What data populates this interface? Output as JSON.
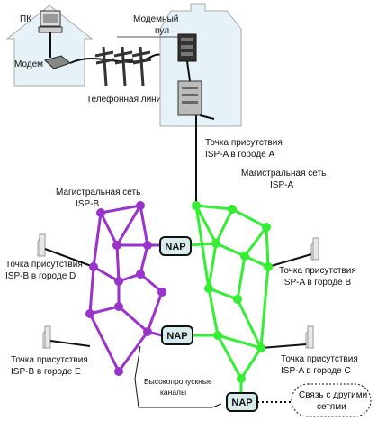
{
  "labels": {
    "pc": "ПК",
    "modem": "Модем",
    "modem_pool_line1": "Модемный",
    "modem_pool_line2": "пул",
    "phone_line": "Телефонная линия",
    "pop_a_city_a_line1": "Точка присутствия",
    "pop_a_city_a_line2": "ISP-A в городе A",
    "backbone_a_line1": "Магистральная сеть",
    "backbone_a_line2": "ISP-A",
    "backbone_b_line1": "Магистральная сеть",
    "backbone_b_line2": "ISP-B",
    "pop_b_city_d_line1": "Точка присутствия",
    "pop_b_city_d_line2": "ISP-B в городе D",
    "pop_a_city_b_line1": "Точка присутствия",
    "pop_a_city_b_line2": "ISP-A в городе B",
    "pop_b_city_e_line1": "Точка присутствия",
    "pop_b_city_e_line2": "ISP-B в городе E",
    "pop_a_city_c_line1": "Точка присутствия",
    "pop_a_city_c_line2": "ISP-A в городе C",
    "highspeed_line1": "Высокопропускные",
    "highspeed_line2": "каналы",
    "other_nets_line1": "Связь с другими",
    "other_nets_line2": "сетями"
  },
  "nap": [
    "NAP",
    "NAP",
    "NAP"
  ],
  "colors": {
    "isp_a": "#33ee33",
    "isp_b": "#9933cc",
    "building_fill": "#e6f2f7",
    "nap_fill": "#d8ecee"
  }
}
